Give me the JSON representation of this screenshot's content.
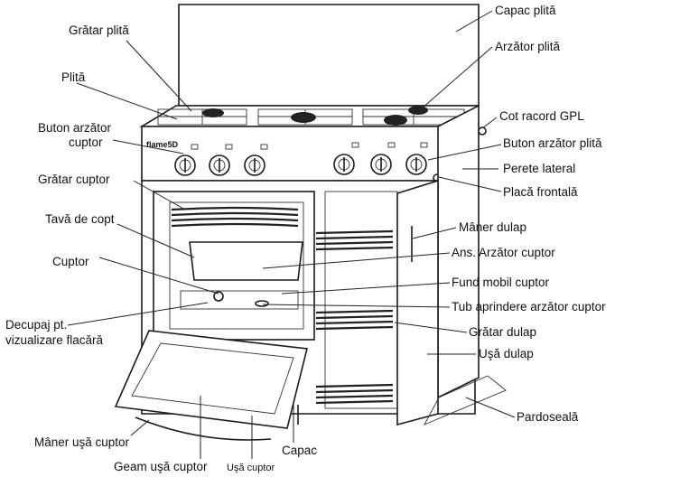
{
  "labels": {
    "capac_plita": "Capac plită",
    "gratar_plita": "Grătar plită",
    "arzator_plita": "Arzător plită",
    "plita": "Plită",
    "buton_arzator_cuptor_1": "Buton arzător",
    "buton_arzator_cuptor_2": "cuptor",
    "cot_racord_gpl": "Cot racord GPL",
    "buton_arzator_plita": "Buton arzător plită",
    "perete_lateral": "Perete lateral",
    "gratar_cuptor": "Grătar  cuptor",
    "placa_frontala": "Placă frontală",
    "tava_de_copt": "Tavă de copt",
    "maner_dulap": "Mâner dulap",
    "ans_arzator_cuptor": "Ans. Arzător cuptor",
    "cuptor": "Cuptor",
    "fund_mobil_cuptor": "Fund mobil cuptor",
    "tub_aprindere": "Tub aprindere arzător cuptor",
    "decupaj_1": "Decupaj pt.",
    "decupaj_2": "vizualizare flacără",
    "gratar_dulap": "Grătar dulap",
    "usa_dulap": "Uşă dulap",
    "pardoseala": "Pardoseală",
    "maner_usa_cuptor": "Mâner uşă cuptor",
    "capac": "Capac",
    "geam_usa_cuptor": "Geam uşă cuptor",
    "usa_cuptor": "Uşă cuptor"
  },
  "brand": "flame5D",
  "colors": {
    "line": "#1a1a1a",
    "text": "#111111",
    "background": "#ffffff"
  }
}
